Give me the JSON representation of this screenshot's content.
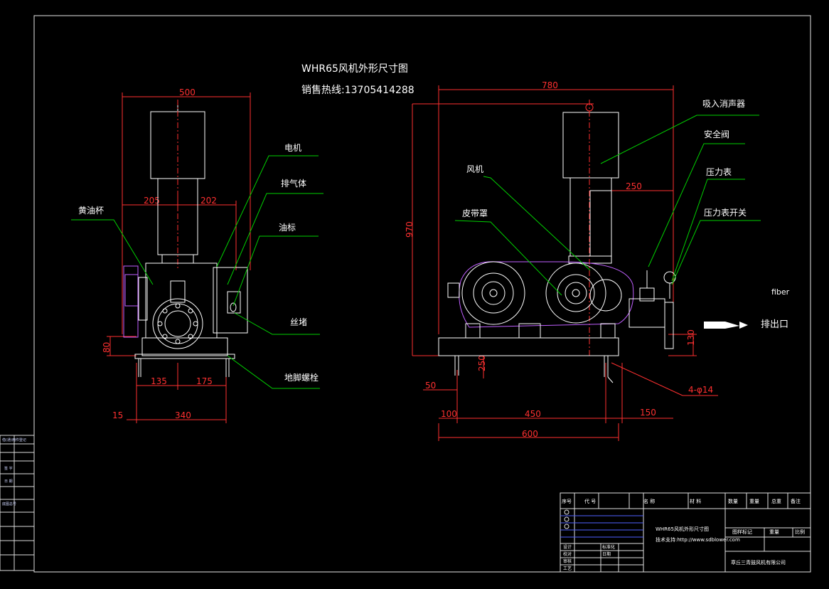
{
  "title": {
    "line1": "WHR65风机外形尺寸图",
    "line2": "销售热线:13705414288"
  },
  "left_view": {
    "dims": {
      "overall_width": "500",
      "left_half": "205",
      "right_half": "202",
      "base_height": "80",
      "foot_left": "135",
      "foot_right": "175",
      "base_width": "340",
      "offset": "15"
    },
    "labels": {
      "grease_cup": "黄油杯",
      "motor": "电机",
      "exhaust": "排气体",
      "oil_mark": "油标",
      "plug": "丝堵",
      "anchor_bolt": "地脚螺栓"
    }
  },
  "right_view": {
    "dims": {
      "overall_width": "780",
      "overall_height": "970",
      "silencer_offset": "250",
      "foot_height": "250",
      "outlet_height": "130",
      "left_gap": "50",
      "left_offset": "100",
      "hole_spacing": "450",
      "right_offset": "150",
      "base_length": "600",
      "hole_spec": "4-φ14"
    },
    "labels": {
      "intake_silencer": "吸入消声器",
      "safety_valve": "安全阀",
      "blower": "风机",
      "pressure_gauge": "压力表",
      "belt_guard": "皮带罩",
      "gauge_switch": "压力表开关",
      "outlet": "排出口",
      "fiber": "fiber"
    }
  },
  "title_block": {
    "headers": [
      "序号",
      "代 号",
      "名 称",
      "材 料",
      "数量",
      "重量",
      "总重",
      "备注"
    ],
    "drawing_name": "WHR65风机外形尺寸图",
    "tech_support": "技术支持:http://www.sdblower.com",
    "company": "章丘三青鼓风机有限公司",
    "small_headers": [
      "设计",
      "校对",
      "审核",
      "工艺",
      "标准化",
      "日期"
    ],
    "right_cells": [
      "图样标记",
      "重量",
      "比例"
    ]
  },
  "left_strip": {
    "labels": [
      "借(通)用件登记",
      "底图总号",
      "签 字",
      "日 期"
    ]
  }
}
